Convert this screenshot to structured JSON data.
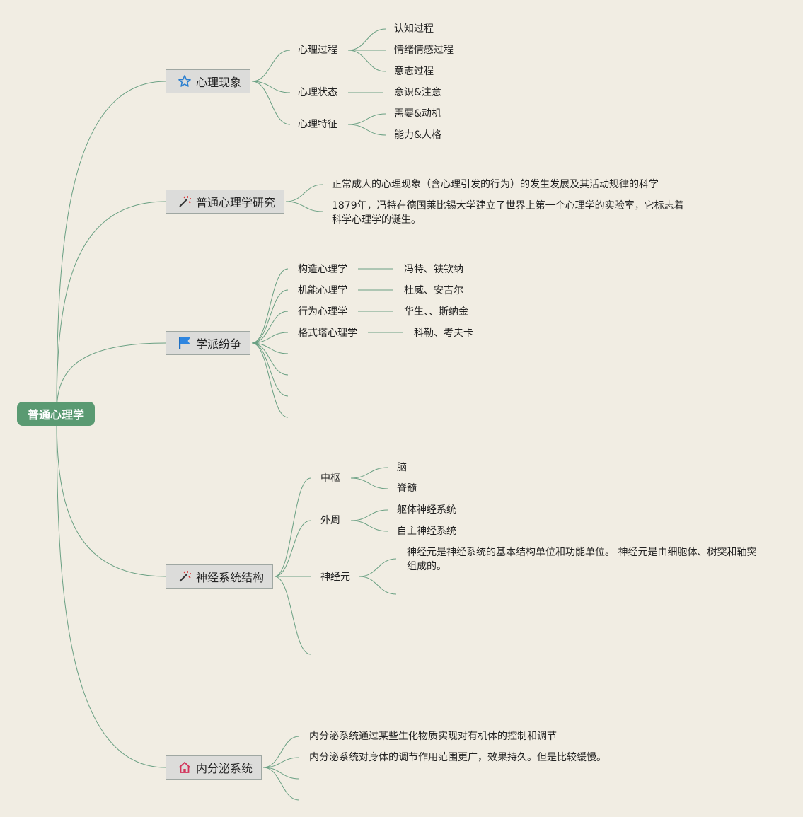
{
  "root": "普通心理学",
  "branches": {
    "b1": {
      "title": "心理现象",
      "icon": "star-icon",
      "subs": [
        {
          "label": "心理过程",
          "items": [
            "认知过程",
            "情绪情感过程",
            "意志过程"
          ]
        },
        {
          "label": "心理状态",
          "items": [
            "意识&注意"
          ]
        },
        {
          "label": "心理特征",
          "items": [
            "需要&动机",
            "能力&人格"
          ]
        }
      ]
    },
    "b2": {
      "title": "普通心理学研究",
      "icon": "magic-wand-icon",
      "items": [
        "正常成人的心理现象（含心理引发的行为）的发生发展及其活动规律的科学",
        "1879年，冯特在德国莱比锡大学建立了世界上第一个心理学的实验室，它标志着科学心理学的诞生。"
      ]
    },
    "b3": {
      "title": "学派纷争",
      "icon": "flag-icon",
      "schools": [
        {
          "label": "构造心理学",
          "people": "冯特、铁钦纳"
        },
        {
          "label": "机能心理学",
          "people": "杜威、安吉尔"
        },
        {
          "label": "行为心理学",
          "people": "华生、、斯纳金"
        },
        {
          "label": "格式塔心理学",
          "people": "科勒、考夫卡"
        }
      ]
    },
    "b4": {
      "title": "神经系统结构",
      "icon": "magic-wand-icon",
      "subs": [
        {
          "label": "中枢",
          "items": [
            "脑",
            "脊髓"
          ]
        },
        {
          "label": "外周",
          "items": [
            "躯体神经系统",
            "自主神经系统"
          ]
        },
        {
          "label": "神经元",
          "items": [
            "神经元是神经系统的基本结构单位和功能单位。 神经元是由细胞体、树突和轴突组成的。"
          ]
        }
      ]
    },
    "b5": {
      "title": "内分泌系统",
      "icon": "home-icon",
      "items": [
        "内分泌系统通过某些生化物质实现对有机体的控制和调节",
        "内分泌系统对身体的调节作用范围更广，效果持久。但是比较缓慢。"
      ]
    }
  },
  "colors": {
    "background": "#f1ede3",
    "root": "#5a9a72",
    "link": "#6aa083",
    "topic": "#dcdcda"
  }
}
